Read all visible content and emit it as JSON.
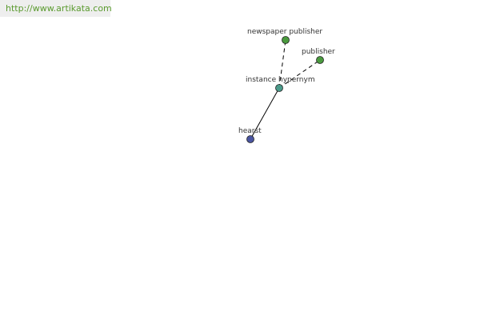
{
  "banner": {
    "url_text": "http://www.artikata.com"
  },
  "graph": {
    "nodes": [
      {
        "id": "hearst",
        "label": "hearst",
        "color": "#4a55a0"
      },
      {
        "id": "instance-hypernym",
        "label": "instance hypernym",
        "color": "#4a9a8a"
      },
      {
        "id": "newspaper-publisher",
        "label": "newspaper publisher",
        "color": "#4a9a3e"
      },
      {
        "id": "publisher",
        "label": "publisher",
        "color": "#4a9a3e"
      }
    ],
    "edges": [
      {
        "from": "hearst",
        "to": "instance-hypernym",
        "style": "solid"
      },
      {
        "from": "instance-hypernym",
        "to": "newspaper-publisher",
        "style": "dashed"
      },
      {
        "from": "instance-hypernym",
        "to": "publisher",
        "style": "dashed"
      }
    ]
  }
}
